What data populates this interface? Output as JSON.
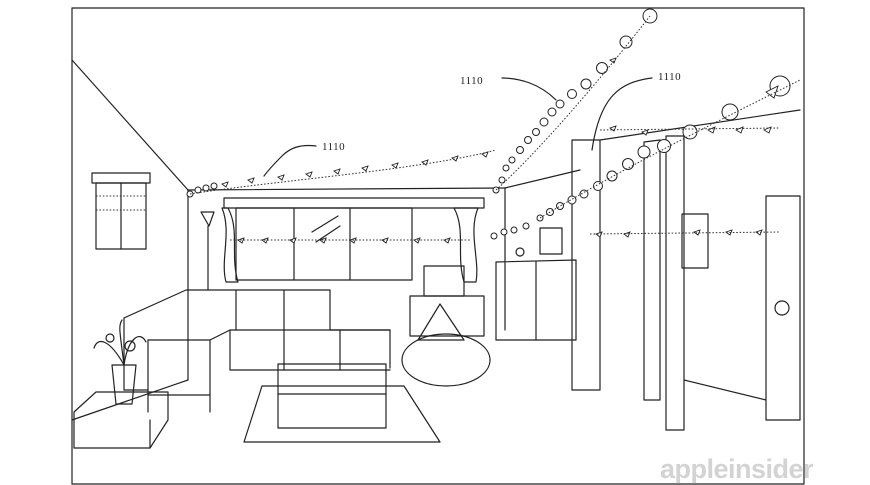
{
  "figure": {
    "reference_numeral": "1110"
  },
  "labels": [
    {
      "text": "1110"
    },
    {
      "text": "1110"
    },
    {
      "text": "1110"
    }
  ],
  "watermark": {
    "text": "appleinsider",
    "color": "#d3d3d3"
  },
  "colors": {
    "line": "#222222",
    "background": "#ffffff"
  }
}
